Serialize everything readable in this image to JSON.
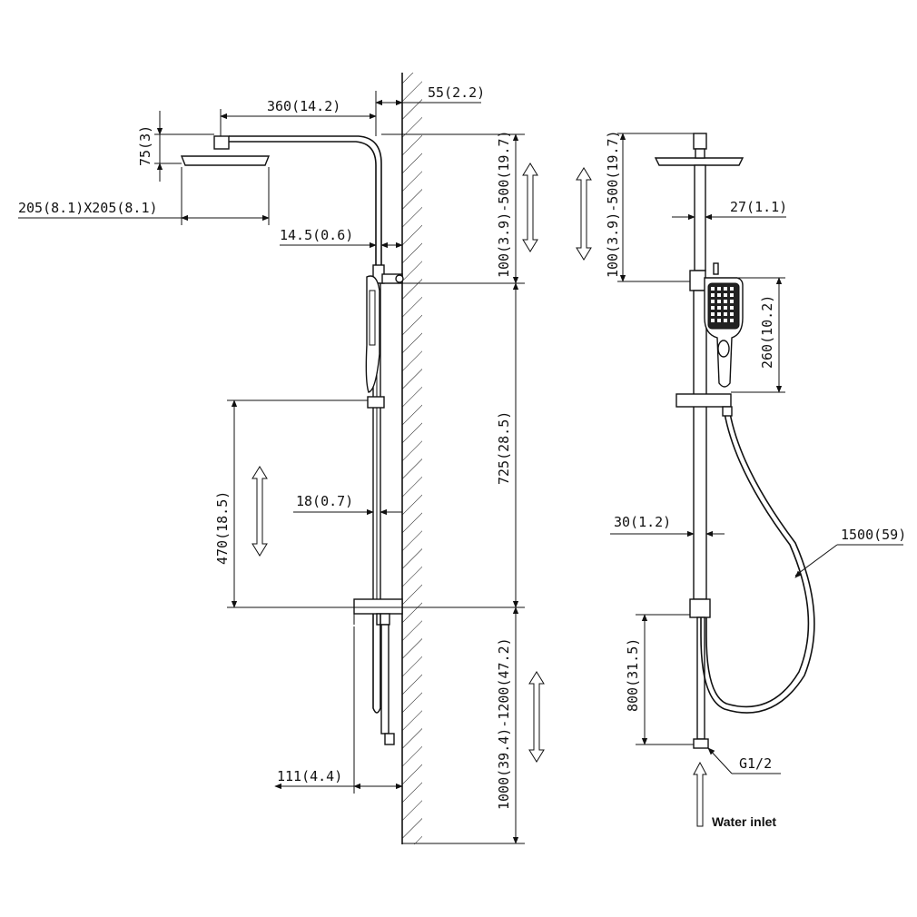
{
  "dimensions": {
    "arm_length": "360(14.2)",
    "wall_offset": "55(2.2)",
    "head_height": "75(3)",
    "head_size": "205(8.1)X205(8.1)",
    "arm_tube": "14.5(0.6)",
    "upper_adjust": "100(3.9)-500(19.7)",
    "column_length": "725(28.5)",
    "slide_travel": "470(18.5)",
    "rail_width": "18(0.7)",
    "floor_adjust": "1000(39.4)-1200(47.2)",
    "mixer_depth": "111(4.4)",
    "side_upper_adjust": "100(3.9)-500(19.7)",
    "side_arm_width": "27(1.1)",
    "handshower_length": "260(10.2)",
    "side_column_width": "30(1.2)",
    "hose_length": "1500(59)",
    "inlet_height": "800(31.5)",
    "inlet_thread": "G1/2",
    "water_inlet": "Water inlet"
  }
}
